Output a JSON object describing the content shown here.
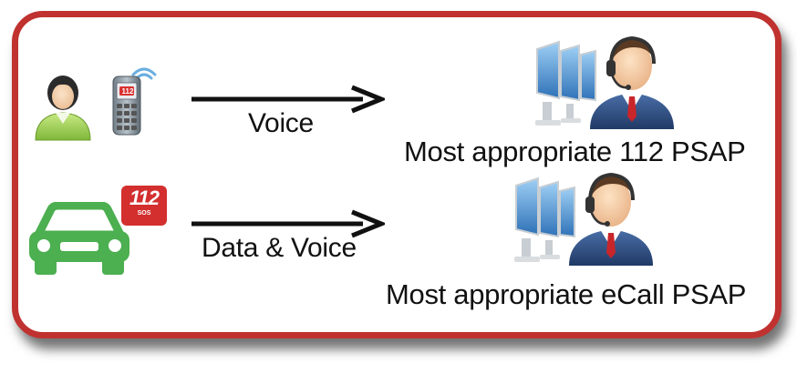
{
  "diagram": {
    "rows": [
      {
        "sender": "person-with-mobile-phone",
        "phone_screen_text": "112",
        "flow_label": "Voice",
        "receiver": "call-center-operator",
        "psap_label": "Most appropriate 112 PSAP"
      },
      {
        "sender": "car",
        "badge_text": "112",
        "badge_subtext": "SOS",
        "flow_label": "Data & Voice",
        "receiver": "call-center-operator",
        "psap_label": "Most appropriate eCall PSAP"
      }
    ]
  },
  "colors": {
    "frame": "#c0322f",
    "person": "#9dd04c",
    "car": "#4caf50",
    "badge": "#d32f2f",
    "operator_suit": "#2f4f86",
    "monitor": "#3b82c9"
  }
}
